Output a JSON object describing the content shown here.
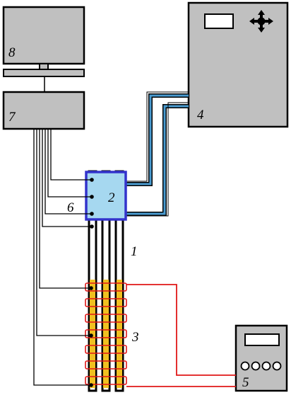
{
  "labels": {
    "computer_monitor": "8",
    "computer_unit": "7",
    "controller": "2",
    "controller_sub": "6",
    "instrument": "4",
    "tubes": "1",
    "heater_coils": "3",
    "power_supply": "5"
  },
  "colors": {
    "equipment_fill": "#c0c0c0",
    "controller_fill": "#a6d8f0",
    "controller_border": "#3333cc",
    "fiber": "#4a9bd0",
    "heater_wire": "#e01818",
    "heater_coil": "#f0c020",
    "wire": "#000000"
  },
  "icons": {
    "instrument_keypad": "dpad-icon"
  }
}
